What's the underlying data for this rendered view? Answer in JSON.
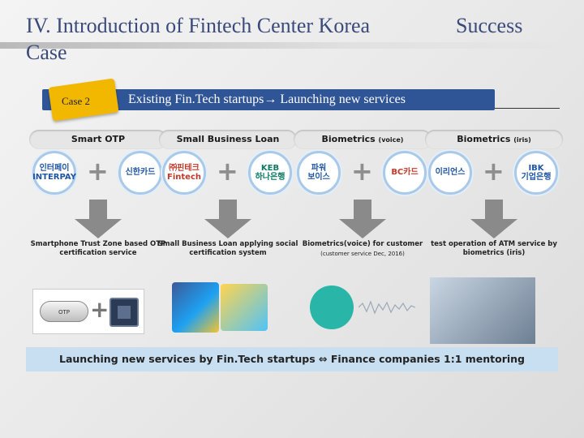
{
  "title": {
    "line1": "IV. Introduction of Fintech Center Korea",
    "success": "Success",
    "line2": "Case"
  },
  "banner": {
    "tag": "Case 2",
    "text": "Existing Fin.Tech startups→ Launching new services"
  },
  "cases": [
    {
      "category": "Smart OTP",
      "category_small": "",
      "logo_left": "인터페이\nINTERPAY",
      "logo_right": "신한카드",
      "description": "Smartphone Trust Zone based OTP certification service",
      "sub": ""
    },
    {
      "category": "Small Business Loan",
      "category_small": "",
      "logo_left": "㈜핀테크\nFintech",
      "logo_right": "KEB\n하나은행",
      "description": "Small Business Loan applying social certification system",
      "sub": ""
    },
    {
      "category": "Biometrics",
      "category_small": "(voice)",
      "logo_left": "파워\n보이스",
      "logo_right": "BC카드",
      "description": "Biometrics(voice) for customer",
      "sub": "(customer service Dec, 2016)"
    },
    {
      "category": "Biometrics",
      "category_small": "(iris)",
      "logo_left": "이리언스",
      "logo_right": "IBK\n기업은행",
      "description": "test operation of ATM service by biometrics (iris)",
      "sub": ""
    }
  ],
  "otp_label": "OTP",
  "footer": "Launching new services by Fin.Tech startups ⇔ Finance companies 1:1 mentoring",
  "colors": {
    "title": "#3a4a7a",
    "banner": "#2f5597",
    "tag": "#f2b800",
    "arrow": "#8a8a8a",
    "footer": "#c7dff1"
  }
}
